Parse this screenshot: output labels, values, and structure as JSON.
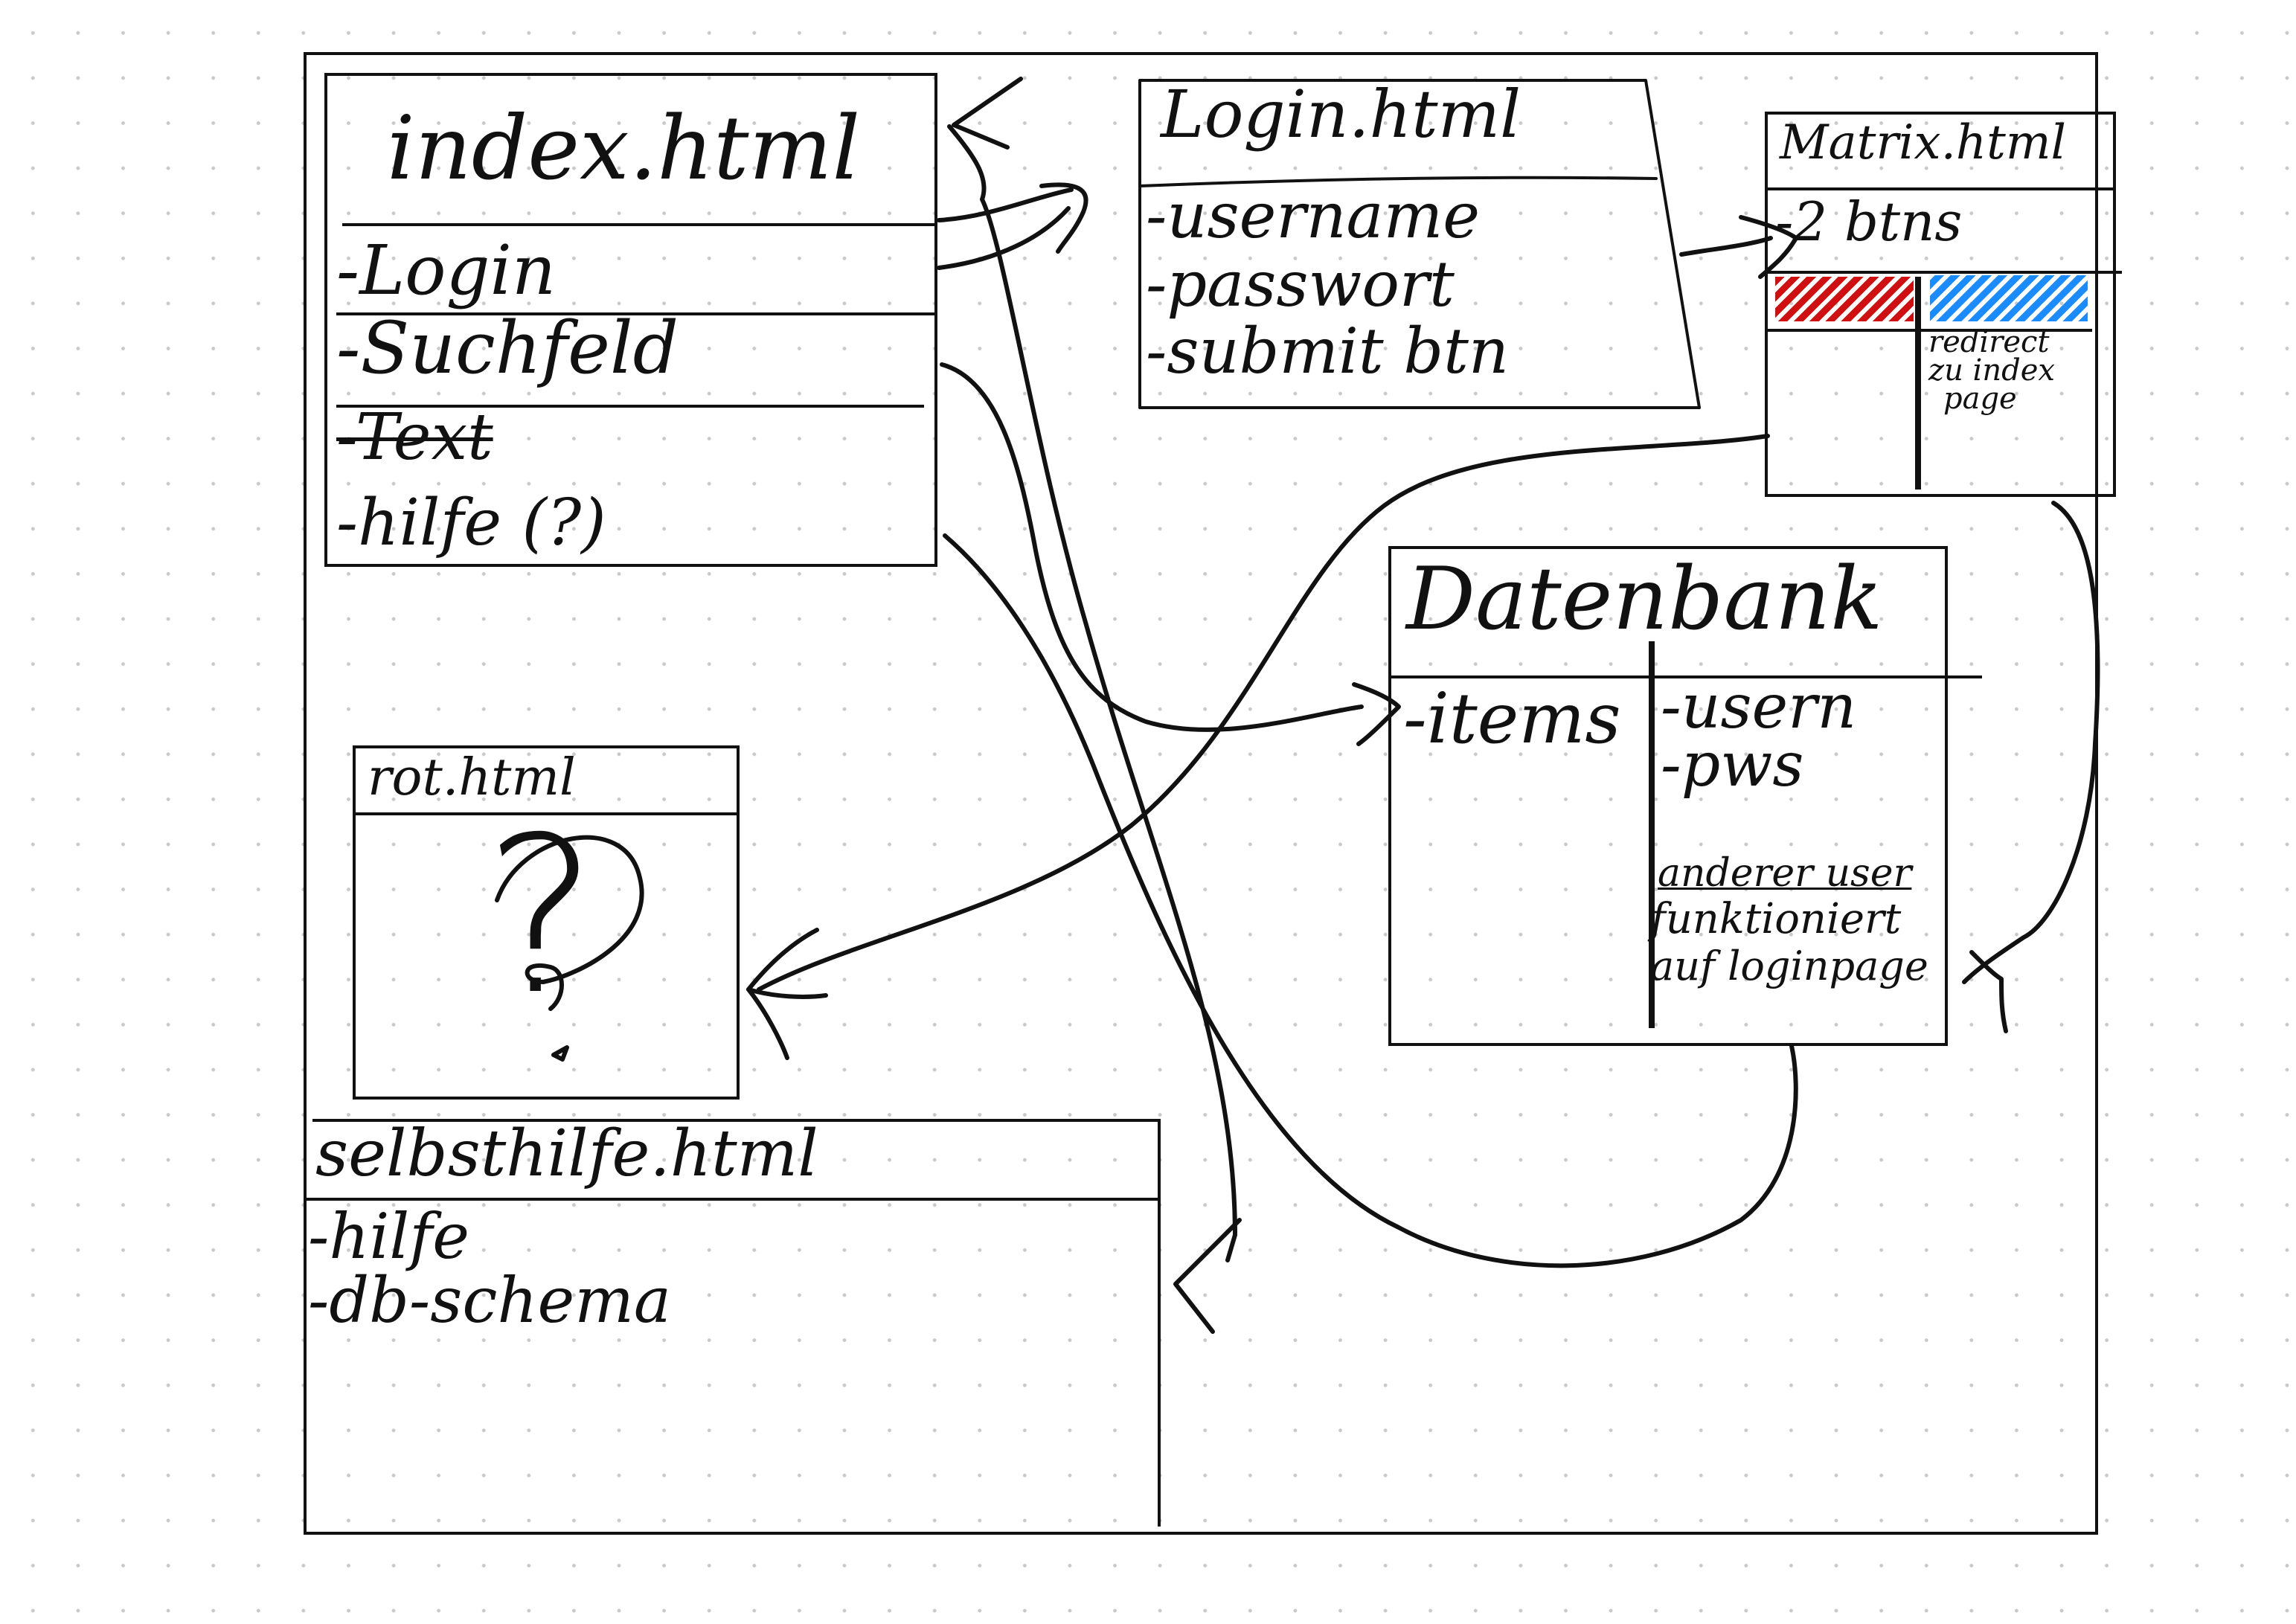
{
  "index": {
    "title": "index.html",
    "items": [
      "-Login",
      "-Suchfeld",
      "-Text",
      "-hilfe (?)"
    ]
  },
  "login": {
    "title": "Login.html",
    "items": [
      "-username",
      "-passwort",
      "-submit btn"
    ]
  },
  "matrix": {
    "title": "Matrix.html",
    "items": [
      "-2 btns"
    ],
    "note_lines": [
      "redirect",
      "zu index",
      "page"
    ],
    "colors": {
      "left_button": "#d01010",
      "right_button": "#1a8cff"
    }
  },
  "database": {
    "title": "Datenbank",
    "left_col": [
      "-items"
    ],
    "right_col": [
      "-usern",
      "-pws"
    ],
    "note_lines": [
      "anderer user",
      "funktioniert",
      "auf loginpage"
    ]
  },
  "rot": {
    "title": "rot.html",
    "glyph": "?"
  },
  "selbsthilfe": {
    "title": "selbsthilfe.html",
    "items": [
      "-hilfe",
      "-db-schema"
    ]
  }
}
